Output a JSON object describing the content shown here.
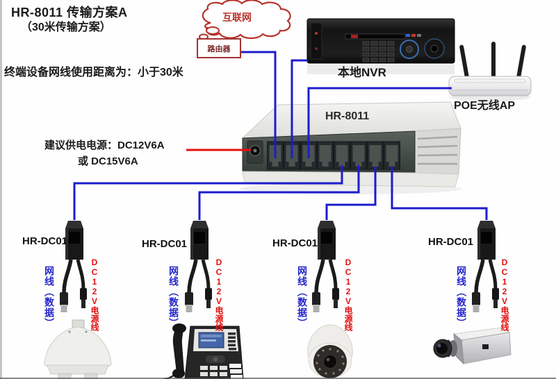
{
  "page": {
    "title": "HR-8011 传输方案A",
    "subtitle": "（30米传输方案）",
    "distance_note": "终端设备网线使用距离为：小于30米"
  },
  "internet": {
    "label": "互联网"
  },
  "router": {
    "label": "路由器"
  },
  "nvr": {
    "label": "本地NVR"
  },
  "wireless_ap": {
    "label": "POE无线AP"
  },
  "switch": {
    "model": "HR-8011",
    "power_note_line1": "建议供电电源：DC12V6A",
    "power_note_line2": "或 DC15V6A"
  },
  "splitters": [
    {
      "model": "HR-DC01",
      "network_cable_label": "网线（数据）",
      "power_cable_label": "DC12V电源线"
    },
    {
      "model": "HR-DC01",
      "network_cable_label": "网线（数据）",
      "power_cable_label": "DC12V电源线"
    },
    {
      "model": "HR-DC01",
      "network_cable_label": "网线（数据）",
      "power_cable_label": "DC12V电源线"
    },
    {
      "model": "HR-DC01",
      "network_cable_label": "网线（数据）",
      "power_cable_label": "DC12V电源线"
    }
  ],
  "colors": {
    "cable_blue": "#1c1ccd",
    "power_pointer_red": "#e8100c",
    "cloud_red": "#b5332a",
    "vertical_label_blue": "#2525cc",
    "vertical_label_red": "#e01111"
  }
}
